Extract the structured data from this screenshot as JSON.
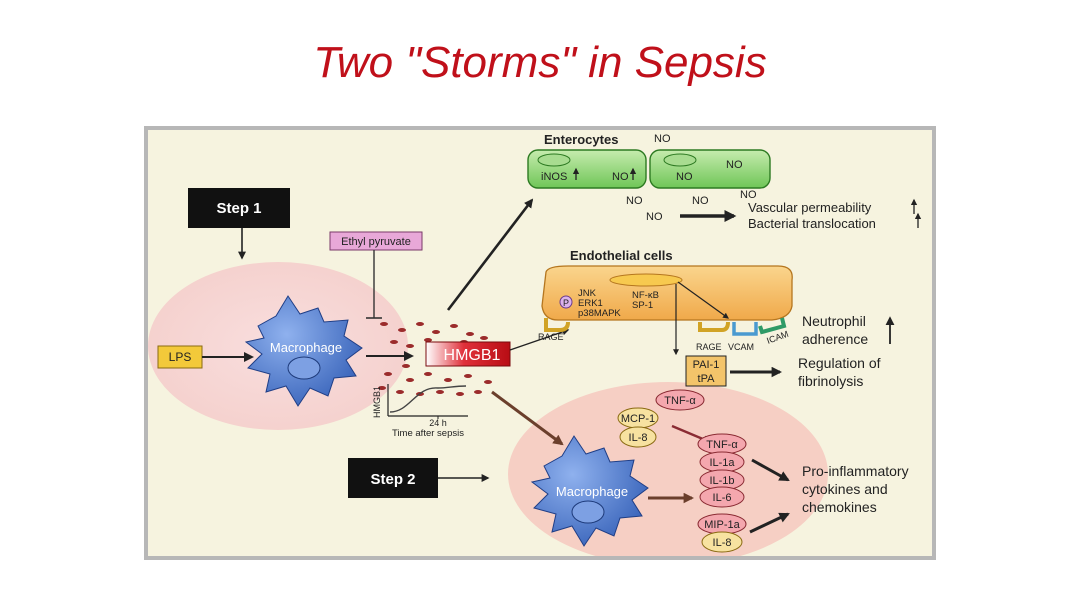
{
  "title": "Two \"Storms\" in Sepsis",
  "steps": {
    "step1": "Step 1",
    "step2": "Step 2"
  },
  "inputs": {
    "lps": "LPS",
    "ethyl_pyruvate": "Ethyl pyruvate",
    "hmgb1": "HMGB1"
  },
  "macrophage_label": "Macrophage",
  "time_graph": {
    "ylabel": "HMGB1",
    "tick": "24 h",
    "xlabel": "Time after sepsis"
  },
  "enterocytes": {
    "label": "Enterocytes",
    "inos": "iNOS",
    "no": "NO"
  },
  "vascular": {
    "line1": "Vascular permeability",
    "line2": "Bacterial translocation"
  },
  "endothelial": {
    "label": "Endothelial cells",
    "p": "P",
    "kinases": [
      "JNK",
      "ERK1",
      "p38MAPK"
    ],
    "tfs": [
      "NF-κB",
      "SP-1"
    ],
    "rage": "RAGE",
    "vcam": "VCAM",
    "icam": "ICAM",
    "pai": "PAI-1",
    "tpa": "tPA"
  },
  "neutrophil": {
    "line1": "Neutrophil",
    "line2": "adherence"
  },
  "fibrinolysis": {
    "line1": "Regulation of",
    "line2": "fibrinolysis"
  },
  "cytokines": {
    "tnf_alpha": "TNF-α",
    "mcp1": "MCP-1",
    "il8": "IL-8",
    "il1a": "IL-1a",
    "il1b": "IL-1b",
    "il6": "IL-6",
    "mip1a": "MIP-1a"
  },
  "proinflammatory": {
    "line1": "Pro-inflammatory",
    "line2": "cytokines and",
    "line3": "chemokines"
  },
  "colors": {
    "title": "#c0101a",
    "lps": "#f3c93a",
    "ethyl": "#e8a8d8",
    "hmgb1": "#d01b22",
    "macrophage": "#3d6fc6"
  }
}
